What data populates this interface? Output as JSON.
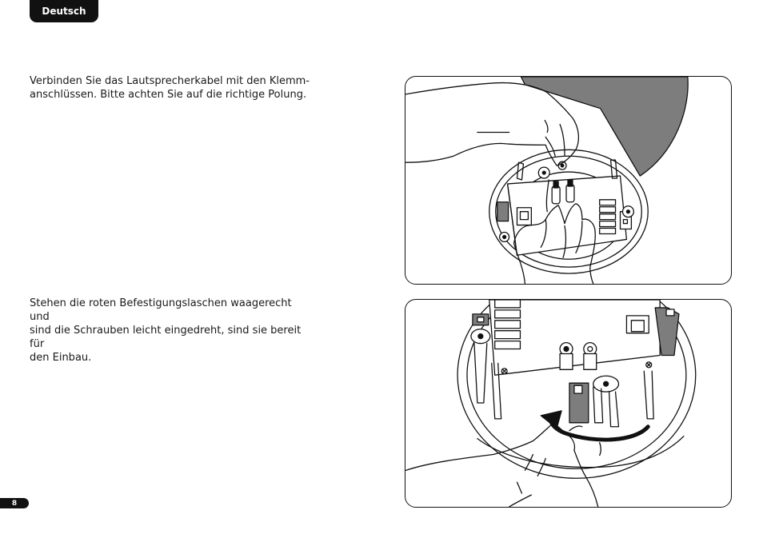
{
  "header": {
    "language_tab": "Deutsch"
  },
  "steps": [
    {
      "text": "Verbinden Sie das Lautsprecherkabel mit den Klemm-\nanschlüssen. Bitte achten Sie auf die richtige Polung."
    },
    {
      "text": "Stehen die roten Befestigungslaschen waagerecht und\nsind die Schrauben leicht eingedreht, sind sie bereit für\nden Einbau."
    }
  ],
  "footer": {
    "page_number": "8"
  },
  "colors": {
    "ink": "#111111",
    "tab_fill": "#111111",
    "tab_text": "#ffffff",
    "shade": "#7d7d7d"
  }
}
